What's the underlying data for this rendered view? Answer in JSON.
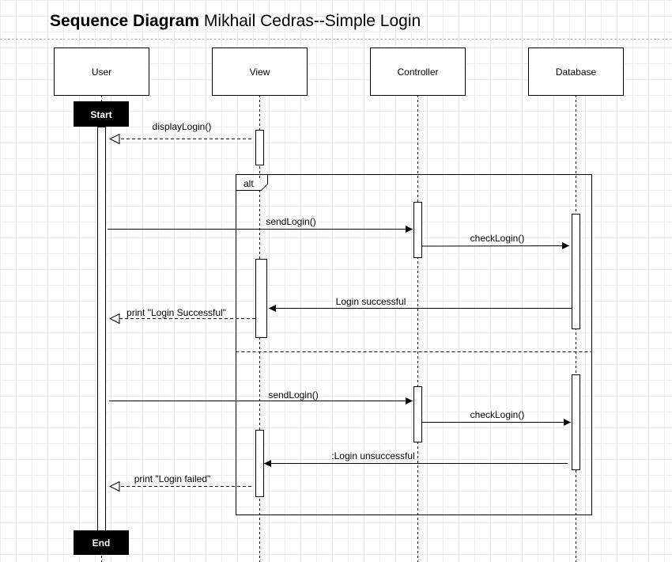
{
  "title": {
    "bold": "Sequence Diagram",
    "rest": " Mikhail Cedras--Simple Login"
  },
  "participants": {
    "user": "User",
    "view": "View",
    "controller": "Controller",
    "database": "Database"
  },
  "markers": {
    "start": "Start",
    "end": "End"
  },
  "fragment": {
    "label": "alt"
  },
  "messages": {
    "display_login": "displayLogin()",
    "send_login_1": "sendLogin()",
    "check_login_1": "checkLogin()",
    "login_successful": "Login successful",
    "print_successful": "print \"Login Successful\"",
    "send_login_2": "sendLogin()",
    "check_login_2": "checkLogin()",
    "login_unsuccessful": ":Login unsuccessful",
    "print_failed": "print \"Login failed\""
  }
}
